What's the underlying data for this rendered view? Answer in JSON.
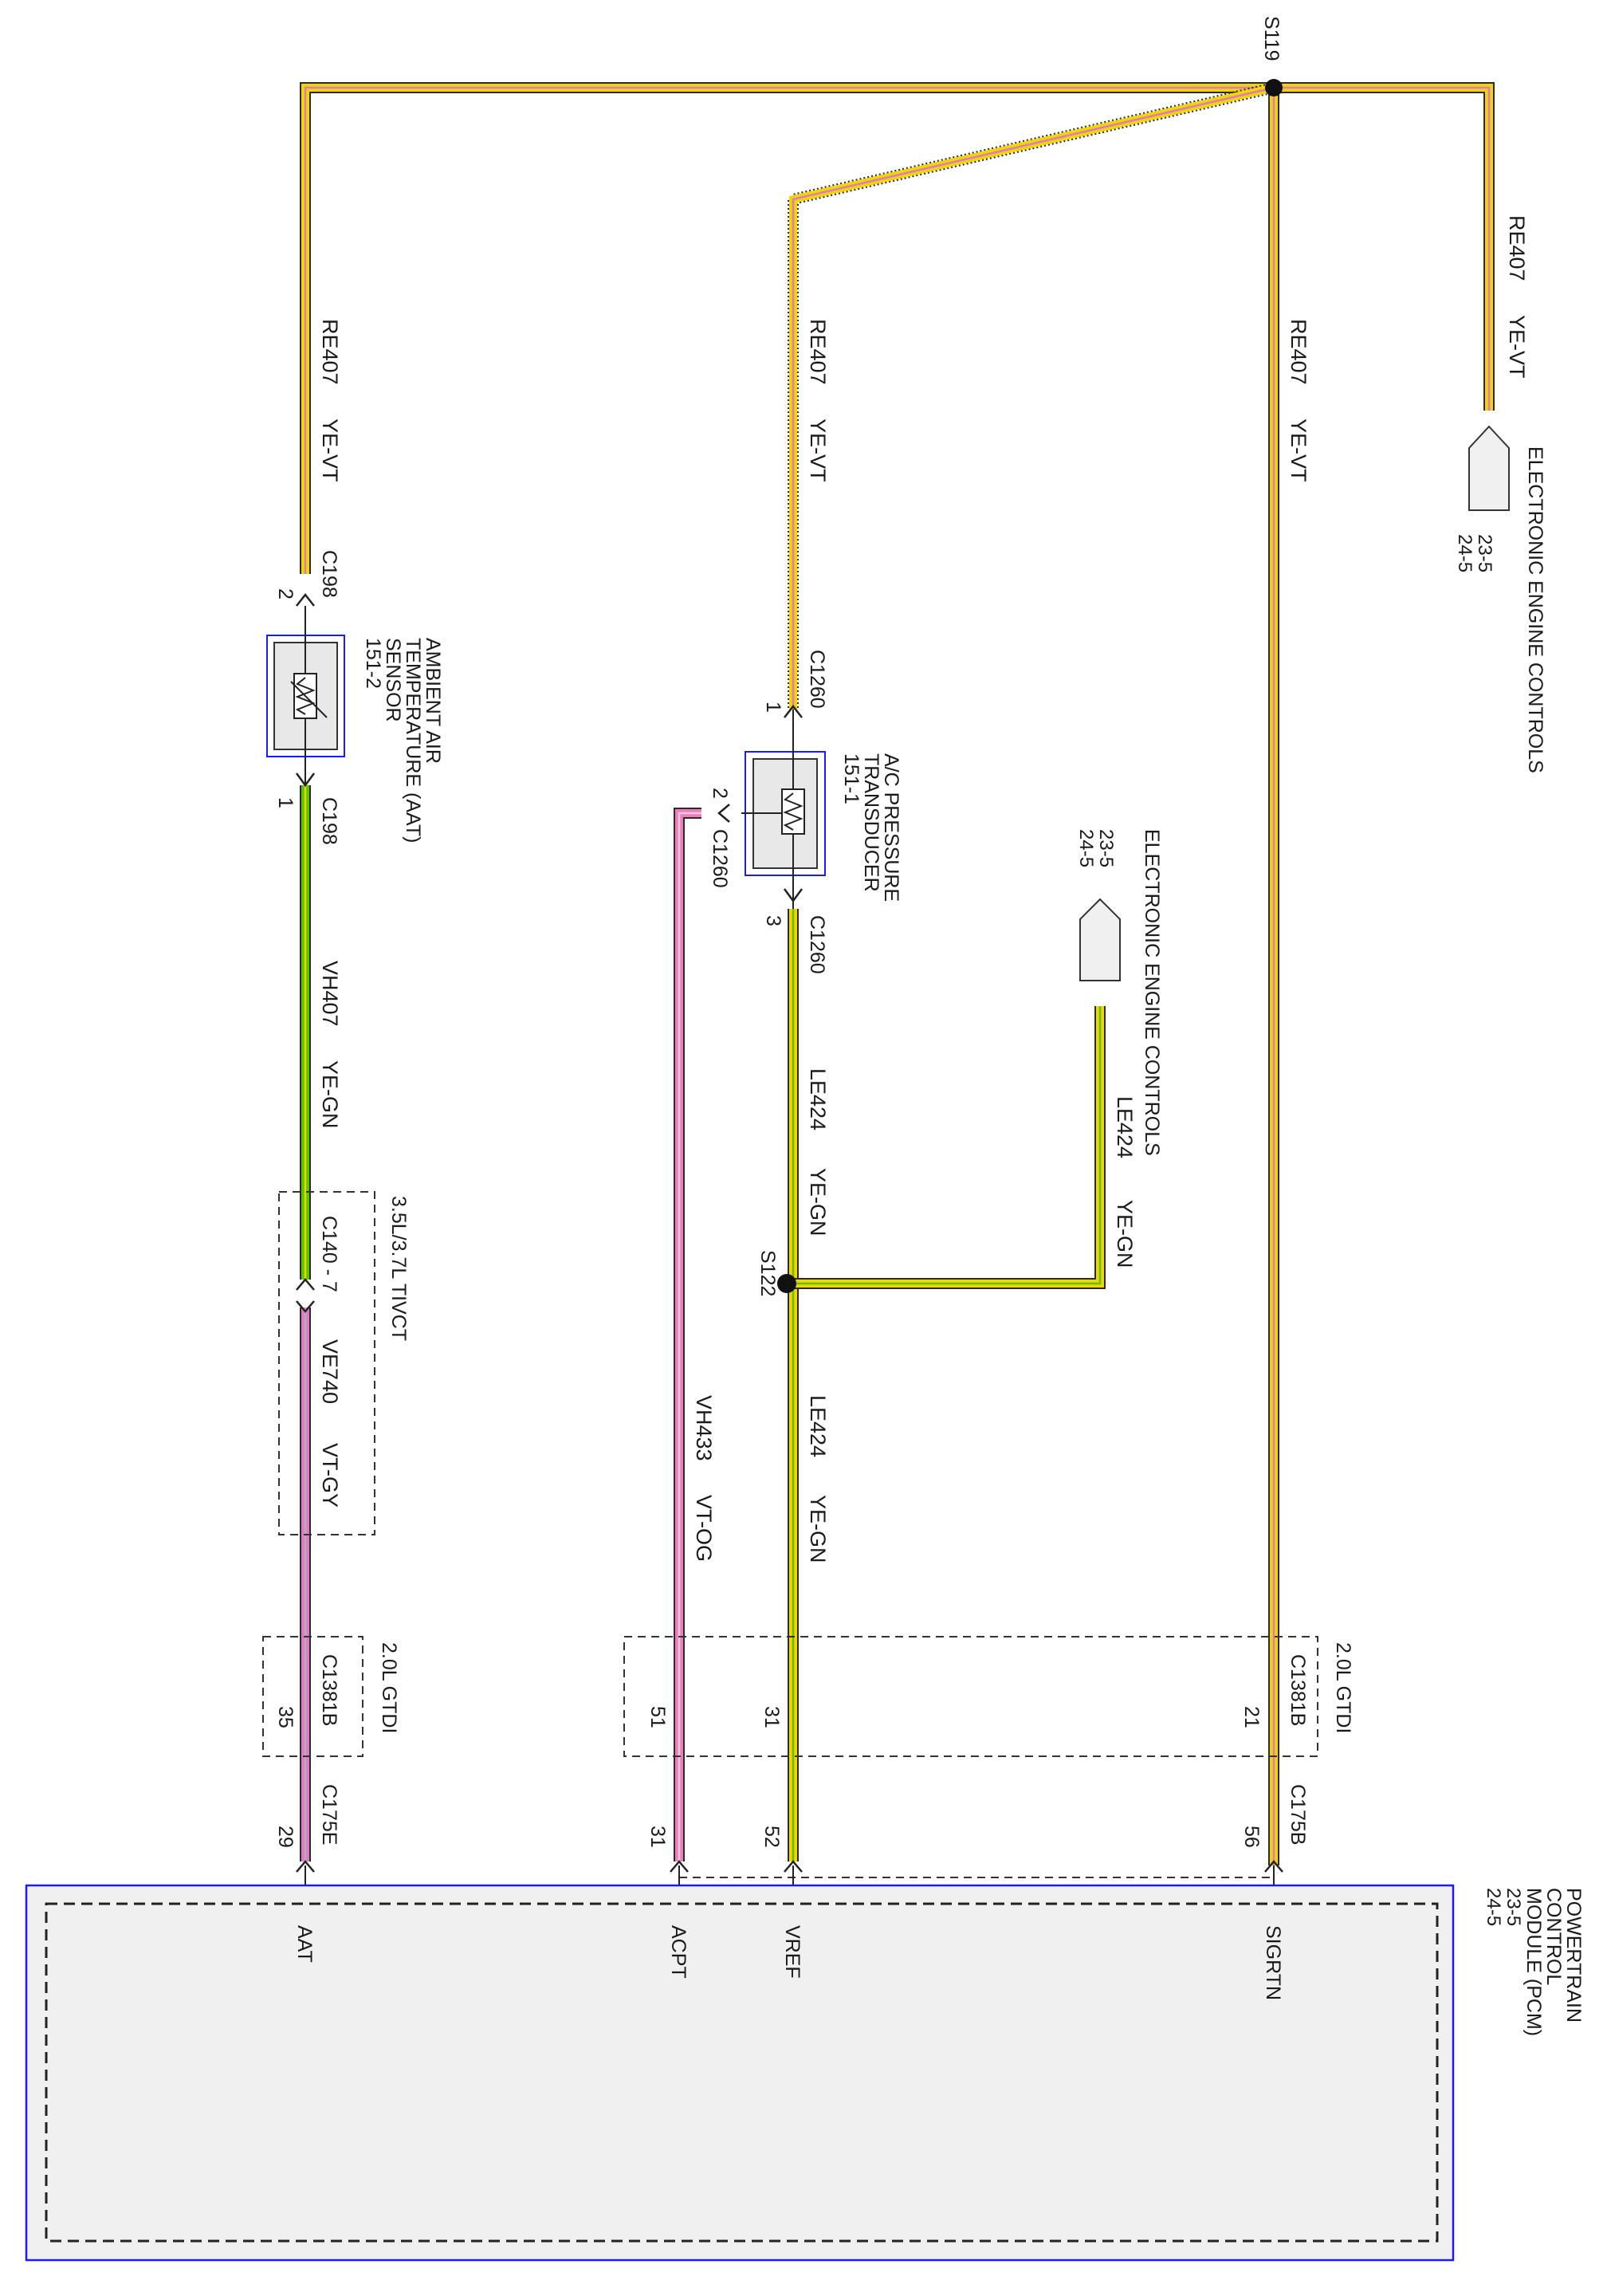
{
  "splices": {
    "s119": "S119",
    "s122": "S122"
  },
  "wires": {
    "re407": {
      "circuit": "RE407",
      "color_code": "YE-VT"
    },
    "vh407": {
      "circuit": "VH407",
      "color_code": "YE-GN"
    },
    "ve740": {
      "circuit": "VE740",
      "color_code": "VT-GY"
    },
    "le424": {
      "circuit": "LE424",
      "color_code": "YE-GN"
    },
    "vh433": {
      "circuit": "VH433",
      "color_code": "VT-OG"
    }
  },
  "components": {
    "eec_top": {
      "lines": [
        "ELECTRONIC ENGINE CONTROLS",
        "23-5",
        "24-5"
      ]
    },
    "eec_mid": {
      "lines": [
        "ELECTRONIC ENGINE CONTROLS",
        "23-5",
        "24-5"
      ]
    },
    "aat": {
      "lines": [
        "AMBIENT AIR",
        "TEMPERATURE (AAT)",
        "SENSOR",
        "151-2"
      ]
    },
    "acp": {
      "lines": [
        "A/C PRESSURE",
        "TRANSDUCER",
        "151-1"
      ]
    },
    "pcm": {
      "lines": [
        "POWERTRAIN",
        "CONTROL",
        "MODULE (PCM)",
        "23-5",
        "24-5"
      ]
    }
  },
  "connectors": {
    "c198": "C198",
    "c1260": "C1260",
    "c140": "C140 - 7",
    "c1381b": "C1381B",
    "c175e": "C175E",
    "c175b": "C175B"
  },
  "pins": {
    "aat_top": "2",
    "aat_bottom": "1",
    "acp_top": "1",
    "acp_side": "2",
    "acp_bottom": "3",
    "c1381b_aat": "35",
    "c1381b_acpt": "51",
    "c1381b_vref": "31",
    "c1381b_sig": "21",
    "pcm_aat": "29",
    "pcm_acpt": "31",
    "pcm_vref": "52",
    "pcm_sig": "56"
  },
  "options": {
    "tivct": "3.5L/3.7L TIVCT",
    "gtdi_left": "2.0L GTDI",
    "gtdi_right": "2.0L GTDI"
  },
  "pcm_pins": {
    "aat": "AAT",
    "acpt": "ACPT",
    "vref": "VREF",
    "sigrtn": "SIGRTN"
  },
  "colors": {
    "yellow": "#f2d400",
    "violet": "#e07ac6",
    "green": "#5fc400",
    "pink": "#ec7fb8",
    "box_blue": "#1a1aff",
    "pcm_fill": "#f0f0f0"
  }
}
